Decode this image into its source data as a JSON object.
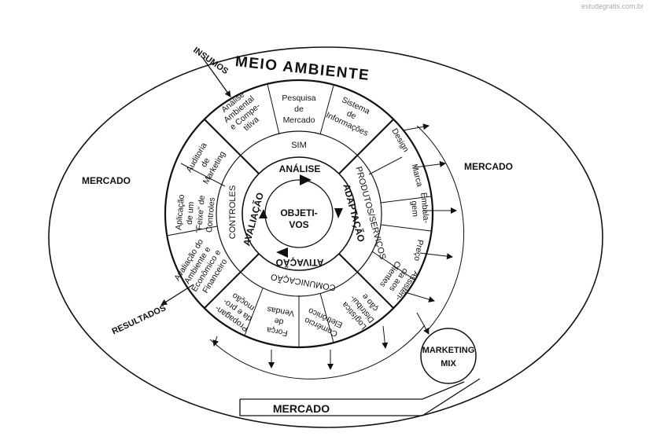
{
  "watermark": "estudegratis.com.br",
  "title": "MEIO AMBIENTE",
  "labels": {
    "insumos": "INSUMOS",
    "resultados": "RESULTADOS",
    "mercado_left": "MERCADO",
    "mercado_right": "MERCADO",
    "mercado_bottom": "MERCADO",
    "marketing_mix": [
      "MARKETING",
      "MIX"
    ]
  },
  "center": [
    "OBJETI-",
    "VOS"
  ],
  "functions": {
    "analise": "ANÁLISE",
    "adaptacao": "ADAPTAÇÃO",
    "ativacao": "ATIVAÇÃO",
    "avaliacao": "AVALIAÇÃO"
  },
  "systems": {
    "sim": "SIM",
    "produtos": "PRODUTOS/SERVIÇOS",
    "comunicacao": "COMUNICAÇÃO",
    "controles": "CONTROLES"
  },
  "outer_cells": {
    "top": [
      [
        "Análise",
        "Ambiental",
        "e Compe-",
        "titiva"
      ],
      [
        "Pesquisa",
        "de",
        "Mercado"
      ],
      [
        "Sistema",
        "de",
        "Informações"
      ]
    ],
    "right": [
      [
        "Design"
      ],
      [
        "Marca"
      ],
      [
        "Embala-",
        "gem"
      ],
      [
        "Preço"
      ],
      [
        "Assistên-",
        "cia aos",
        "Clientes"
      ]
    ],
    "bottom": [
      [
        "Logística",
        "Distribui-",
        "ção e"
      ],
      [
        "Comércio",
        "Eletrônico"
      ],
      [
        "Força",
        "de",
        "Vendas"
      ],
      [
        "Propagan-",
        "da e pro-",
        "moção"
      ]
    ],
    "left": [
      [
        "Avaliação do",
        "Ambiente e",
        "Econômico e",
        "Financeiro"
      ],
      [
        "Aplicação",
        "de um",
        "\"Feixe\" de",
        "Controles"
      ],
      [
        "Auditoria",
        "de",
        "Marketing"
      ]
    ]
  }
}
